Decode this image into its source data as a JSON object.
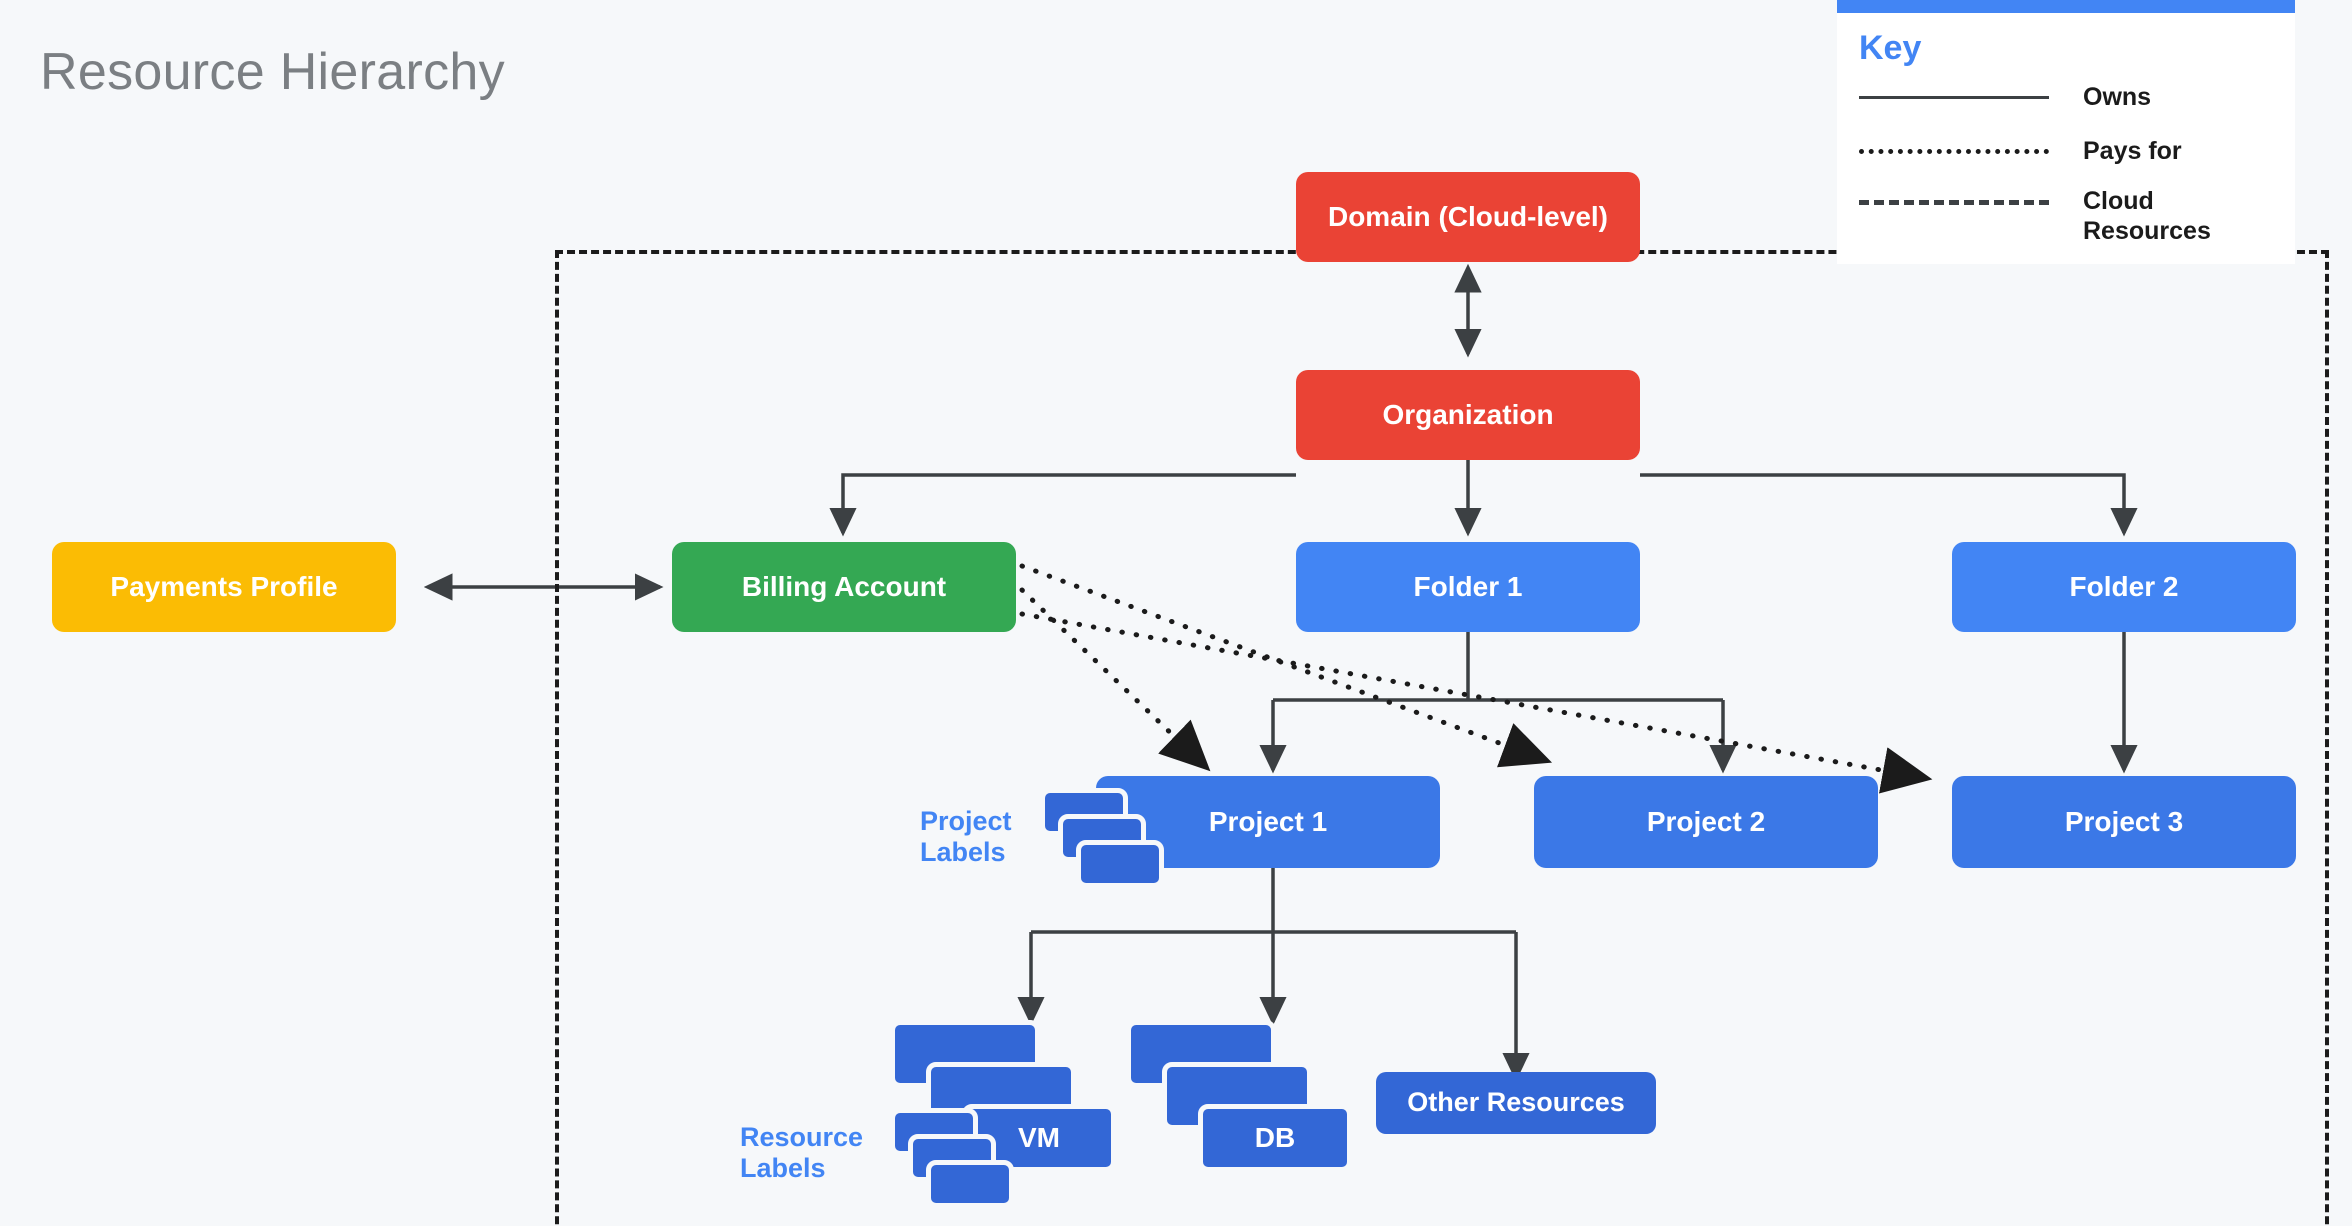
{
  "page": {
    "title": "Resource Hierarchy",
    "background_color": "#f6f8fa"
  },
  "colors": {
    "red": "#ea4335",
    "green": "#34a853",
    "yellow": "#fbbc04",
    "blue": "#4285f4",
    "blue_dark": "#3b78e7",
    "blue_darker": "#3367d6",
    "title_gray": "#7b7f83",
    "edge": "#3c4043"
  },
  "legend": {
    "title": "Key",
    "rows": [
      {
        "style": "solid",
        "label": "Owns"
      },
      {
        "style": "dotted",
        "label": "Pays for"
      },
      {
        "style": "dashed",
        "label": "Cloud Resources"
      }
    ]
  },
  "captions": {
    "project_labels": "Project\nLabels",
    "resource_labels": "Resource\nLabels"
  },
  "nodes": {
    "domain": "Domain (Cloud-level)",
    "organization": "Organization",
    "payments_profile": "Payments Profile",
    "billing_account": "Billing Account",
    "folder1": "Folder 1",
    "folder2": "Folder 2",
    "project1": "Project 1",
    "project2": "Project 2",
    "project3": "Project 3",
    "vm": "VM",
    "db": "DB",
    "other_resources": "Other Resources"
  },
  "chart_data": {
    "type": "diagram",
    "title": "Resource Hierarchy",
    "nodes": [
      {
        "id": "domain",
        "label": "Domain (Cloud-level)",
        "color": "#ea4335",
        "level": 0
      },
      {
        "id": "organization",
        "label": "Organization",
        "color": "#ea4335",
        "level": 1
      },
      {
        "id": "payments_profile",
        "label": "Payments Profile",
        "color": "#fbbc04",
        "level": 2
      },
      {
        "id": "billing_account",
        "label": "Billing Account",
        "color": "#34a853",
        "level": 2
      },
      {
        "id": "folder1",
        "label": "Folder 1",
        "color": "#4285f4",
        "level": 2
      },
      {
        "id": "folder2",
        "label": "Folder 2",
        "color": "#4285f4",
        "level": 2
      },
      {
        "id": "project1",
        "label": "Project 1",
        "color": "#3b78e7",
        "level": 3
      },
      {
        "id": "project2",
        "label": "Project 2",
        "color": "#3b78e7",
        "level": 3
      },
      {
        "id": "project3",
        "label": "Project 3",
        "color": "#3b78e7",
        "level": 3
      },
      {
        "id": "vm",
        "label": "VM",
        "color": "#3367d6",
        "level": 4
      },
      {
        "id": "db",
        "label": "DB",
        "color": "#3367d6",
        "level": 4
      },
      {
        "id": "other_resources",
        "label": "Other Resources",
        "color": "#3367d6",
        "level": 4
      }
    ],
    "edges": [
      {
        "from": "domain",
        "to": "organization",
        "type": "owns",
        "arrow": "both"
      },
      {
        "from": "organization",
        "to": "billing_account",
        "type": "owns",
        "arrow": "to"
      },
      {
        "from": "organization",
        "to": "folder1",
        "type": "owns",
        "arrow": "to"
      },
      {
        "from": "organization",
        "to": "folder2",
        "type": "owns",
        "arrow": "to"
      },
      {
        "from": "payments_profile",
        "to": "billing_account",
        "type": "owns",
        "arrow": "both"
      },
      {
        "from": "folder1",
        "to": "project1",
        "type": "owns",
        "arrow": "to"
      },
      {
        "from": "folder1",
        "to": "project2",
        "type": "owns",
        "arrow": "to"
      },
      {
        "from": "folder2",
        "to": "project3",
        "type": "owns",
        "arrow": "to"
      },
      {
        "from": "project1",
        "to": "vm",
        "type": "owns",
        "arrow": "to"
      },
      {
        "from": "project1",
        "to": "db",
        "type": "owns",
        "arrow": "to"
      },
      {
        "from": "project1",
        "to": "other_resources",
        "type": "owns",
        "arrow": "to"
      },
      {
        "from": "billing_account",
        "to": "project1",
        "type": "pays_for",
        "arrow": "to"
      },
      {
        "from": "billing_account",
        "to": "project2",
        "type": "pays_for",
        "arrow": "to"
      },
      {
        "from": "billing_account",
        "to": "project3",
        "type": "pays_for",
        "arrow": "to"
      }
    ],
    "groups": [
      {
        "id": "cloud_resources",
        "label": "Cloud Resources",
        "style": "dashed"
      }
    ]
  }
}
